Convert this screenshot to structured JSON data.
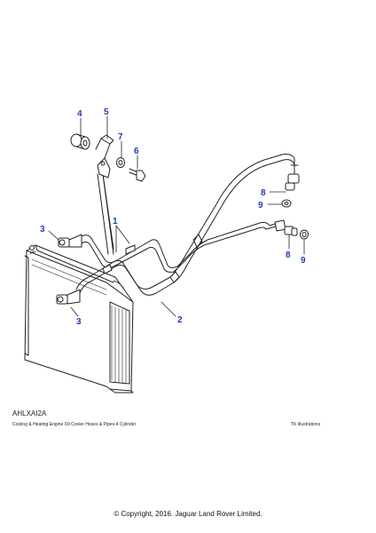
{
  "diagram": {
    "callouts": {
      "c1": "1",
      "c2": "2",
      "c3a": "3",
      "c3b": "3",
      "c4": "4",
      "c5": "5",
      "c6": "6",
      "c7": "7",
      "c8a": "8",
      "c8b": "8",
      "c9a": "9",
      "c9b": "9"
    }
  },
  "footer": {
    "code": "AHLXAI2A",
    "caption": "Cooling & Heating Engine Oil Cooler Hoses & Pipes-4 Cylinder",
    "credit": "TK Illustrations",
    "copyright": "© Copyright, 2016. Jaguar Land Rover Limited."
  },
  "colors": {
    "callout": "#1f3fae",
    "line": "#222222"
  }
}
